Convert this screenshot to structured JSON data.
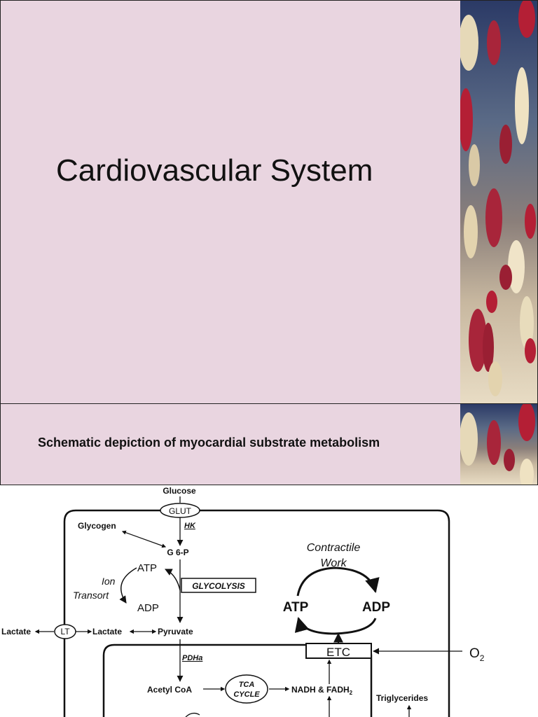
{
  "slide1": {
    "title": "Cardiovascular System"
  },
  "slide2": {
    "subtitle": "Schematic depiction of myocardial substrate metabolism"
  },
  "diagram": {
    "glucose": "Glucose",
    "glut": "GLUT",
    "hk": "HK",
    "glycogen": "Glycogen",
    "g6p": "G 6-P",
    "contractile": "Contractile",
    "work": "Work",
    "atp": "ATP",
    "adp": "ADP",
    "ion": "Ion",
    "transort": "Transort",
    "glycolysis": "GLYCOLYSIS",
    "atp_big": "ATP",
    "adp_big": "ADP",
    "lactate_out": "Lactate",
    "lt": "LT",
    "lactate_in": "Lactate",
    "pyruvate": "Pyruvate",
    "etc": "ETC",
    "o2": "O",
    "o2_sub": "2",
    "pdha": "PDHa",
    "acetyl_coa": "Acetyl CoA",
    "tca1": "TCA",
    "tca2": "CYCLE",
    "nadh": "NADH & FADH",
    "nadh_sub": "2",
    "triglycerides": "Triglycerides"
  }
}
